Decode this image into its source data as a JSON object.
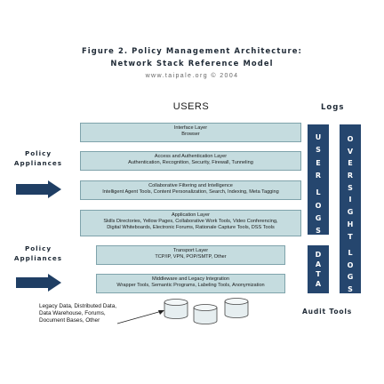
{
  "header": {
    "title_line1": "Figure 2.  Policy Management Architecture:",
    "title_line2": "Network Stack Reference Model",
    "credit": "www.taipale.org © 2004"
  },
  "users_label": "USERS",
  "logs_label": "Logs",
  "audit_tools_label": "Audit Tools",
  "policy_appliances_top": [
    "Policy",
    "Appliances"
  ],
  "policy_appliances_bottom": [
    "Policy",
    "Appliances"
  ],
  "layers": [
    {
      "title": "Interface Layer",
      "details": [
        "Browser"
      ]
    },
    {
      "title": "Access and Authentication Layer",
      "details": [
        "Authentication, Recognition, Security, Firewall, Tunneling"
      ]
    },
    {
      "title": "Collaborative Filtering and Intelligence",
      "details": [
        "Intelligent Agent Tools, Content Personalization, Search, Indexing, Meta Tagging"
      ]
    },
    {
      "title": "Application Layer",
      "details": [
        "Skills Directories, Yellow Pages, Collaborative Work Tools, Video Conferencing,",
        "Digital Whiteboards, Electronic Forums, Rationale Capture Tools, DSS Tools"
      ]
    },
    {
      "title": "Transport Layer",
      "details": [
        "TCP/IP, VPN, POP/SMTP, Other"
      ]
    },
    {
      "title": "Middleware and Legacy Integration",
      "details": [
        "Wrapper Tools, Semantic Programs, Labeling Tools, Anonymization"
      ]
    }
  ],
  "user_logs_letters": [
    "U",
    "S",
    "E",
    "R",
    "",
    "L",
    "O",
    "G",
    "S"
  ],
  "oversight_logs_letters": [
    "O",
    "V",
    "E",
    "R",
    "S",
    "I",
    "G",
    "H",
    "T",
    "",
    "L",
    "O",
    "G",
    "S"
  ],
  "data_letters": [
    "D",
    "A",
    "T",
    "A"
  ],
  "legacy_text": [
    "Legacy Data, Distributed Data,",
    "Data Warehouse, Forums,",
    "Document Bases, Other"
  ],
  "colors": {
    "layer_fill": "#c5dcdf",
    "bar_navy": "#25466e",
    "arrow_navy": "#1f3e64"
  }
}
